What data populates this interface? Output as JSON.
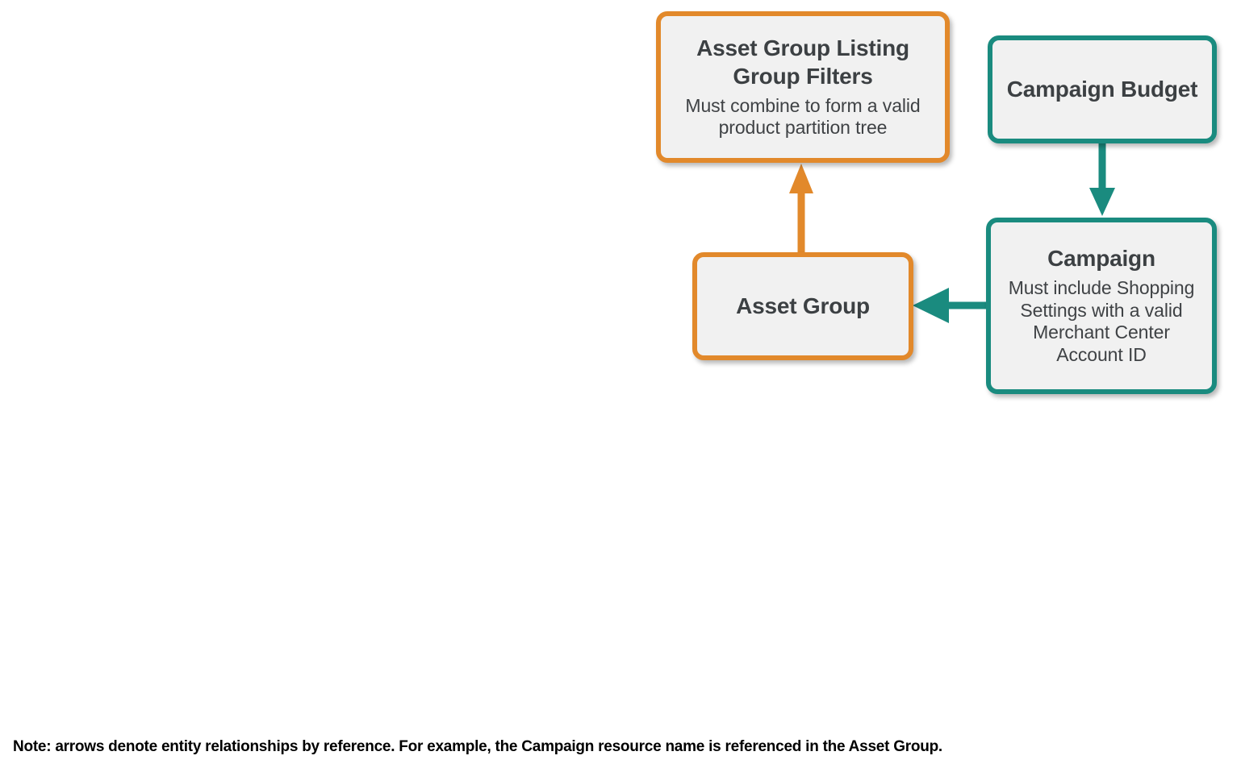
{
  "diagram": {
    "type": "entity-relationship-flow",
    "background_color": "#ffffff",
    "colors": {
      "orange": "#E2892B",
      "teal": "#1A8B7F",
      "node_fill": "#f1f1f1",
      "title_text": "#3c4043",
      "subtitle_text": "#3f4245",
      "note_text": "#000000"
    },
    "nodes": [
      {
        "id": "asset-group-listing-group-filters",
        "title": "Asset Group Listing Group Filters",
        "subtitle": "Must combine to form a valid product partition tree",
        "accent": "orange"
      },
      {
        "id": "campaign-budget",
        "title": "Campaign Budget",
        "subtitle": "",
        "accent": "teal"
      },
      {
        "id": "asset-group",
        "title": "Asset Group",
        "subtitle": "",
        "accent": "orange"
      },
      {
        "id": "campaign",
        "title": "Campaign",
        "subtitle": "Must include Shopping Settings with a valid Merchant Center Account ID",
        "accent": "teal"
      }
    ],
    "edges": [
      {
        "id": "asset-group-to-listing-group-filters",
        "from": "asset-group",
        "to": "asset-group-listing-group-filters",
        "color": "orange",
        "direction": "up"
      },
      {
        "id": "campaign-budget-to-campaign",
        "from": "campaign-budget",
        "to": "campaign",
        "color": "teal",
        "direction": "down"
      },
      {
        "id": "campaign-to-asset-group",
        "from": "campaign",
        "to": "asset-group",
        "color": "teal",
        "direction": "left"
      }
    ],
    "note": "Note: arrows denote entity relationships by reference. For example, the Campaign resource name is referenced in the Asset Group."
  }
}
